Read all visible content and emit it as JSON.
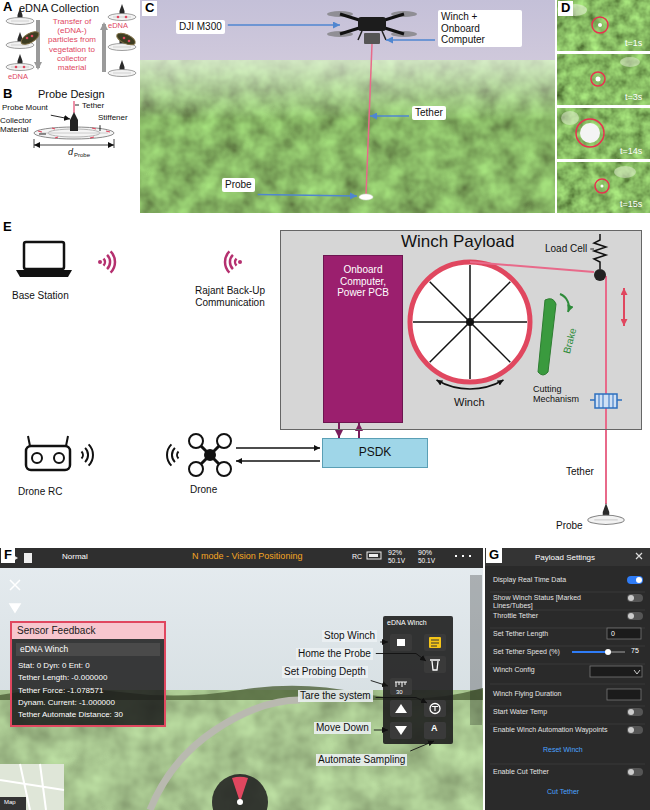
{
  "diagram": {
    "nodes": [
      {
        "text": [
          "Winch Payload"
        ]
      },
      {
        "text": [
          "Onboard Computer, Power PCB"
        ],
        "in": 0
      },
      {
        "text": [
          "PSDK"
        ]
      },
      {
        "text": [
          "Sensor Feedback",
          "eDNA Winch",
          "Stat: 0 Dyn: 0 Ent: 0",
          "Tether Length: -0.000000",
          "Tether Force: -1.078571",
          "Dynam. Current: -1.000000",
          "Tether Automate Distance: 30"
        ]
      },
      {
        "text": [
          "eDNA Winch"
        ]
      },
      {
        "text": [
          "Payload Settings",
          "Display Real Time Data",
          "Show Winch Status [Marked Lines/Tubes]",
          "Throttle Tether",
          "Set Tether Length",
          "0",
          "Set Tether Speed (%)",
          "75",
          "Winch Config",
          "Winch Flying Duration",
          "Start Water Temp",
          "Enable Winch Automation Waypoints",
          "Reset Winch",
          "Enable Cut Tether",
          "Cut Tether"
        ]
      }
    ],
    "edges": [
      {
        "from": 1,
        "to": 2,
        "arrow": "to"
      },
      {
        "from": 2,
        "to": 1,
        "arrow": "to"
      }
    ],
    "labels": [
      "A",
      "eDNA Collection",
      "Transfer of (eDNA-) particles from vegetation to collector material",
      "eDNA",
      "eDNA",
      "B",
      "Probe Design",
      "Probe Mount",
      "Tether",
      "Stiffener",
      "Collector Material",
      "d",
      "Probe",
      "C",
      "DJI M300",
      "Winch + Onboard Computer",
      "Tether",
      "Probe",
      "D",
      "t=1s",
      "t=3s",
      "t=14s",
      "t=15s",
      "E",
      "Base Station",
      "Rajant Back-Up Communication",
      "Load Cell",
      "Brake",
      "Winch",
      "Cutting Mechanism",
      "Tether",
      "Probe",
      "Drone RC",
      "Drone",
      "F",
      "Normal",
      "N mode - Vision Positioning",
      "RC",
      "92%",
      "50.1V",
      "90%",
      "50.1V",
      "Stop Winch",
      "Home the Probe",
      "Set Probing Depth",
      "Tare the system",
      "Move Down",
      "Automate Sampling",
      "30",
      "A",
      "Map",
      "G"
    ]
  }
}
